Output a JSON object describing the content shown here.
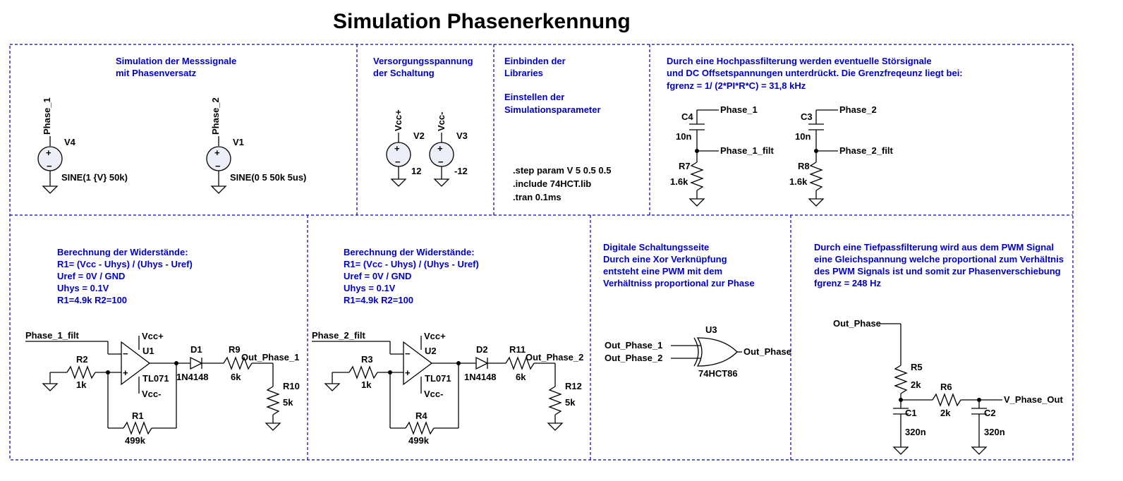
{
  "title": "Simulation Phasenerkennung",
  "comments": {
    "sim1": "Simulation der Messsignale",
    "sim2": "mit Phasenversatz",
    "sup1": "Versorgungsspannung",
    "sup2": "der Schaltung",
    "lib1": "Einbinden der",
    "lib2": "Libraries",
    "par1": "Einstellen der",
    "par2": "Simulationsparameter",
    "hp1": "Durch eine Hochpassfilterung werden eventuelle Störsignale",
    "hp2": "und DC Offsetspannungen unterdrückt. Die Grenzfreqeunz liegt bei:",
    "hp3": "fgrenz = 1/ (2*PI*R*C) = 31,8 kHz",
    "calc1": "Berechnung der Widerstände:",
    "calc2": "R1= (Vcc - Uhys) / (Uhys - Uref)",
    "calc3": "Uref = 0V / GND",
    "calc4": "Uhys = 0.1V",
    "calc5": "R1=4.9k   R2=100",
    "dig1": "Digitale Schaltungsseite",
    "dig2": "Durch eine Xor Verknüpfung",
    "dig3": "entsteht eine PWM mit dem",
    "dig4": "Verhältniss proportional zur Phase",
    "tp1": "Durch eine Tiefpassfilterung wird aus dem PWM Signal",
    "tp2": "eine Gleichspannung welche proportional zum Verhältnis",
    "tp3": "des PWM Signals ist und somit zur Phasenverschiebung",
    "tp4": "fgrenz = 248 Hz"
  },
  "directives": {
    "step": ".step param V 5 0.5 0.5",
    "include": ".include 74HCT.lib",
    "tran": ".tran 0.1ms"
  },
  "sources": {
    "v4": {
      "name": "V4",
      "net": "Phase_1",
      "value": "SINE(1 {V} 50k)"
    },
    "v1": {
      "name": "V1",
      "net": "Phase_2",
      "value": "SINE(0 5 50k 5us)"
    },
    "v2": {
      "name": "V2",
      "net": "Vcc+",
      "value": "12"
    },
    "v3": {
      "name": "V3",
      "net": "Vcc-",
      "value": "-12"
    }
  },
  "highpass": {
    "c4": "C4",
    "c4v": "10n",
    "r7": "R7",
    "r7v": "1.6k",
    "in1": "Phase_1",
    "out1": "Phase_1_filt",
    "c3": "C3",
    "c3v": "10n",
    "r8": "R8",
    "r8v": "1.6k",
    "in2": "Phase_2",
    "out2": "Phase_2_filt"
  },
  "comp1": {
    "in": "Phase_1_filt",
    "vccp": "Vcc+",
    "vccm": "Vcc-",
    "u": "U1",
    "model": "TL071",
    "r2": "R2",
    "r2v": "1k",
    "r1": "R1",
    "r1v": "499k",
    "d": "D1",
    "dv": "1N4148",
    "r9": "R9",
    "r9v": "6k",
    "out": "Out_Phase_1",
    "r10": "R10",
    "r10v": "5k"
  },
  "comp2": {
    "in": "Phase_2_filt",
    "vccp": "Vcc+",
    "vccm": "Vcc-",
    "u": "U2",
    "model": "TL071",
    "r3": "R3",
    "r3v": "1k",
    "r4": "R4",
    "r4v": "499k",
    "d": "D2",
    "dv": "1N4148",
    "r11": "R11",
    "r11v": "6k",
    "out": "Out_Phase_2",
    "r12": "R12",
    "r12v": "5k"
  },
  "xor": {
    "u": "U3",
    "model": "74HCT86",
    "in1": "Out_Phase_1",
    "in2": "Out_Phase_2",
    "out": "Out_Phase"
  },
  "lowpass": {
    "in": "Out_Phase",
    "r5": "R5",
    "r5v": "2k",
    "r6": "R6",
    "r6v": "2k",
    "c1": "C1",
    "c1v": "320n",
    "c2": "C2",
    "c2v": "320n",
    "out": "V_Phase_Out"
  },
  "colors": {
    "comment": "#0000c8",
    "frame": "#0000b4",
    "wire": "#000000",
    "source_fill": "#eceef8"
  }
}
